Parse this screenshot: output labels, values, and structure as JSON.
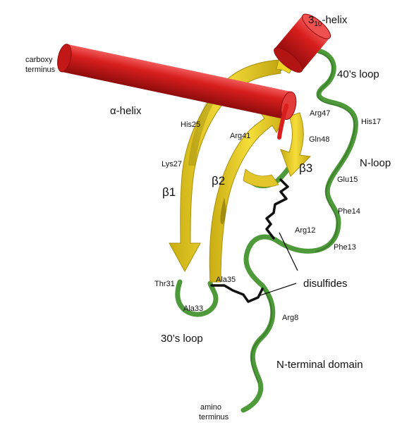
{
  "colors": {
    "helix": "#d81e1e",
    "helix_dark": "#9b0e0e",
    "strand": "#f0d425",
    "strand_dark": "#b49a10",
    "loop": "#4e9a3a",
    "loop_dark": "#2f6a22",
    "disulfide": "#111111"
  },
  "labels": {
    "three_ten_helix_main": "3",
    "three_ten_helix_sub": "10",
    "three_ten_helix_suffix": "-helix",
    "carboxy_line1": "carboxy",
    "carboxy_line2": "terminus",
    "alpha_helix": "α-helix",
    "loop_40s": "40’s loop",
    "his25": "His25",
    "arg47": "Arg47",
    "his17": "His17",
    "arg41": "Arg41",
    "gln48": "Gln48",
    "lys27": "Lys27",
    "n_loop": "N-loop",
    "beta3": "β3",
    "beta2": "β2",
    "beta1": "β1",
    "glu15": "Glu15",
    "phe14": "Phe14",
    "arg12": "Arg12",
    "phe13": "Phe13",
    "thr31": "Thr31",
    "ala35": "Ala35",
    "disulfides": "disulfides",
    "ala33": "Ala33",
    "arg8": "Arg8",
    "loop_30s": "30’s loop",
    "n_terminal_domain": "N-terminal domain",
    "amino_line1": "amino",
    "amino_line2": "terminus"
  }
}
